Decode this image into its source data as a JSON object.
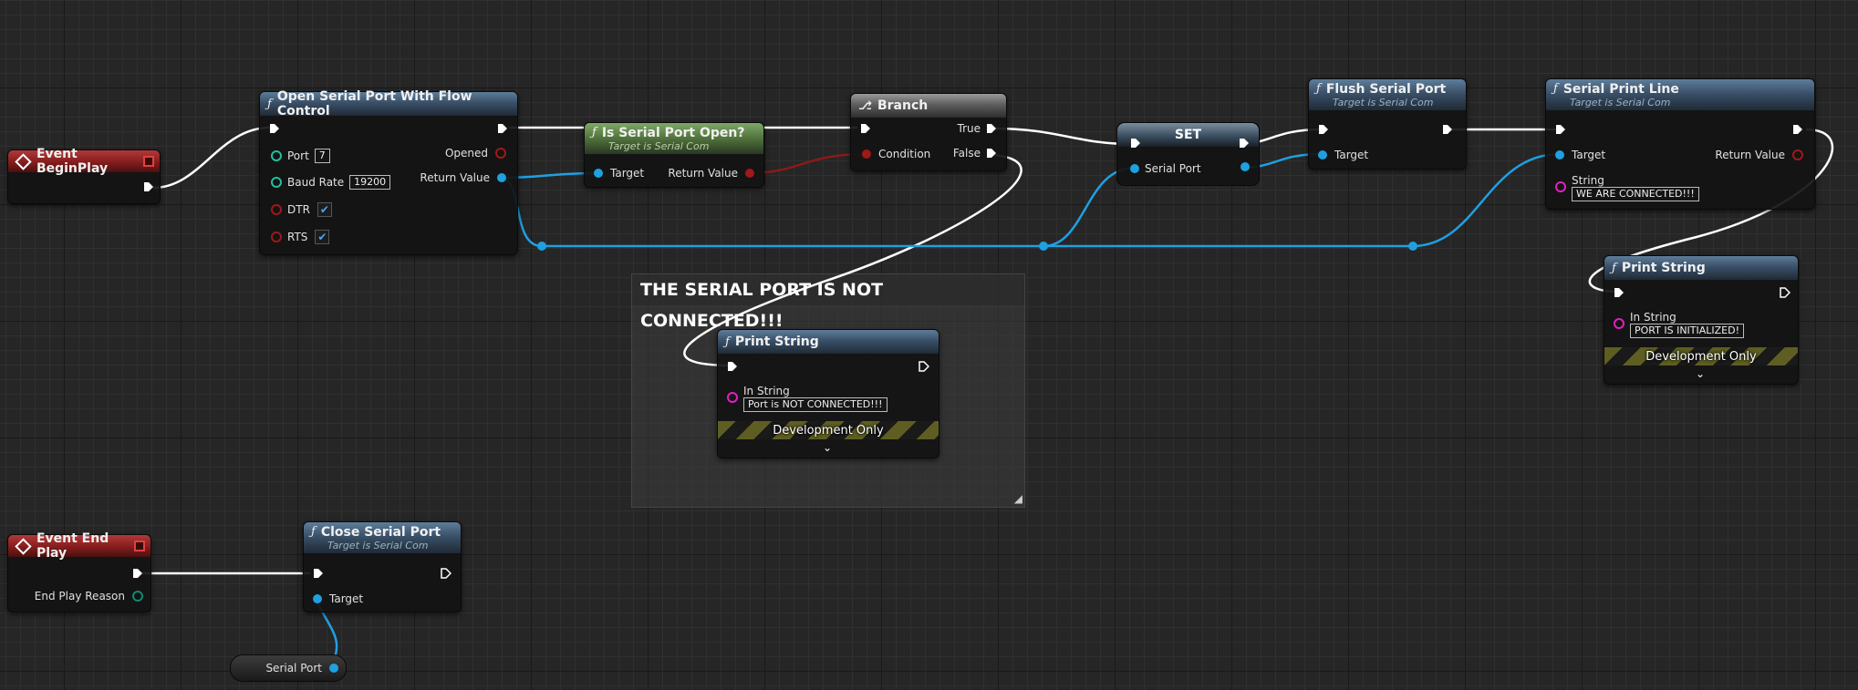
{
  "colors": {
    "exec": "#ffffff",
    "object": "#1fa0e0",
    "bool": "#a01818",
    "int": "#20c0a0",
    "string": "#e020c0",
    "byte": "#0d6e5a"
  },
  "comment": {
    "title": "THE SERIAL PORT IS NOT CONNECTED!!!"
  },
  "event_begin": {
    "title": "Event BeginPlay"
  },
  "event_end": {
    "title": "Event End Play",
    "reason_label": "End Play Reason"
  },
  "open_port": {
    "title": "Open Serial Port With Flow Control",
    "port_label": "Port",
    "port_value": "7",
    "baud_label": "Baud Rate",
    "baud_value": "19200",
    "dtr_label": "DTR",
    "rts_label": "RTS",
    "opened_label": "Opened",
    "return_label": "Return Value",
    "dtr_checked": true,
    "rts_checked": true
  },
  "is_open": {
    "title": "Is Serial Port Open?",
    "subtitle": "Target is Serial Com",
    "target_label": "Target",
    "return_label": "Return Value"
  },
  "branch": {
    "title": "Branch",
    "condition_label": "Condition",
    "true_label": "True",
    "false_label": "False"
  },
  "set": {
    "title": "SET",
    "serial_port_label": "Serial Port"
  },
  "flush": {
    "title": "Flush Serial Port",
    "subtitle": "Target is Serial Com",
    "target_label": "Target"
  },
  "print_line": {
    "title": "Serial Print Line",
    "subtitle": "Target is Serial Com",
    "target_label": "Target",
    "return_label": "Return Value",
    "string_label": "String",
    "string_value": "WE ARE CONNECTED!!!"
  },
  "print_init": {
    "title": "Print String",
    "in_label": "In String",
    "in_value": "PORT IS INITIALIZED!",
    "dev_label": "Development Only"
  },
  "print_notconn": {
    "title": "Print String",
    "in_label": "In String",
    "in_value": "Port is NOT CONNECTED!!!",
    "dev_label": "Development Only"
  },
  "close_port": {
    "title": "Close Serial Port",
    "subtitle": "Target is Serial Com",
    "target_label": "Target"
  },
  "serial_var": {
    "label": "Serial Port"
  }
}
